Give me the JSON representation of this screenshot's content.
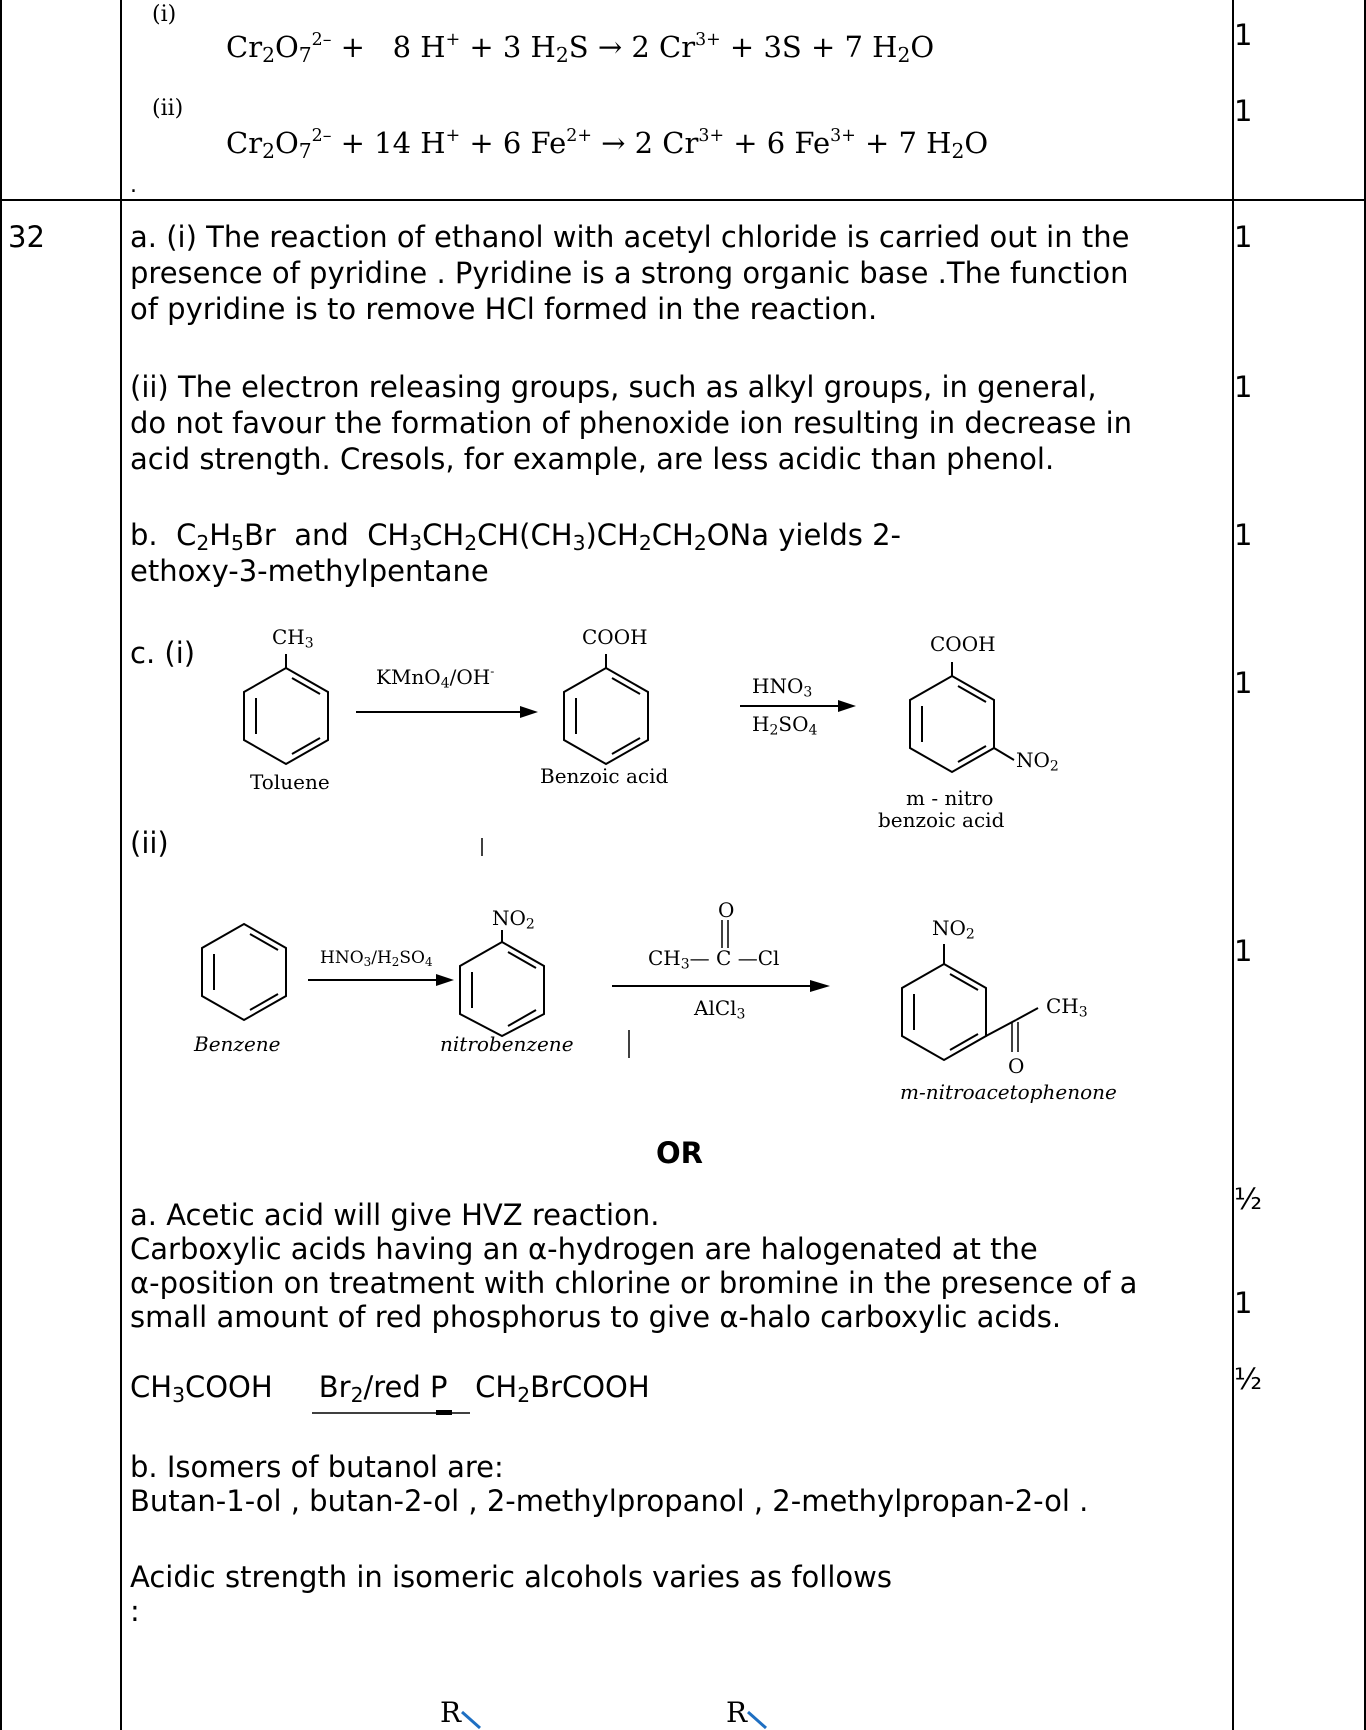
{
  "row1": {
    "eq1_label": "(i)",
    "eq2_label": "(ii)",
    "dot": ".",
    "marks": [
      "1",
      "1"
    ]
  },
  "row2": {
    "number": "32",
    "a_i": [
      "a. (i) The reaction of ethanol with acetyl chloride is carried out in the",
      "presence of pyridine . Pyridine is a strong organic base .The function",
      "of pyridine is to remove HCl formed in the reaction."
    ],
    "a_ii": [
      "(ii) The electron releasing groups, such as alkyl groups, in general,",
      "do not favour the formation of phenoxide ion resulting in decrease in",
      "acid strength. Cresols, for example, are less acidic than phenol."
    ],
    "b_line2": "ethoxy-3-methylpentane",
    "c_i_label": "c. (i)",
    "c_i": {
      "toluene": "Toluene",
      "reagent1": "KMnO",
      "benzoic": "Benzoic acid",
      "m_nitro_1": "m - nitro",
      "m_nitro_2": "benzoic acid"
    },
    "c_ii_label": "(ii)",
    "c_ii": {
      "benzene": "Benzene",
      "reagent1": "HNO",
      "nitrobenzene": "nitrobenzene",
      "alcl3": "AlCl",
      "product": "m-nitroacetophenone"
    },
    "or": "OR",
    "or_a1": "a. Acetic acid will give HVZ reaction.",
    "or_a2": [
      "Carboxylic acids having an α-hydrogen are halogenated at the",
      "α-position on treatment with chlorine or bromine in the presence of a",
      "small amount of red phosphorus to give α-halo carboxylic acids."
    ],
    "or_b1": "b. Isomers of butanol are:",
    "or_b2": "Butan-1-ol , butan-2-ol , 2-methylpropanol , 2-methylpropan-2-ol .",
    "or_c1": "Acidic strength in isomeric alcohols varies as follows",
    "or_c2": ":",
    "r_label": "R",
    "marks": [
      "1",
      "1",
      "1",
      "1",
      "1",
      "½",
      "1",
      "½"
    ]
  }
}
